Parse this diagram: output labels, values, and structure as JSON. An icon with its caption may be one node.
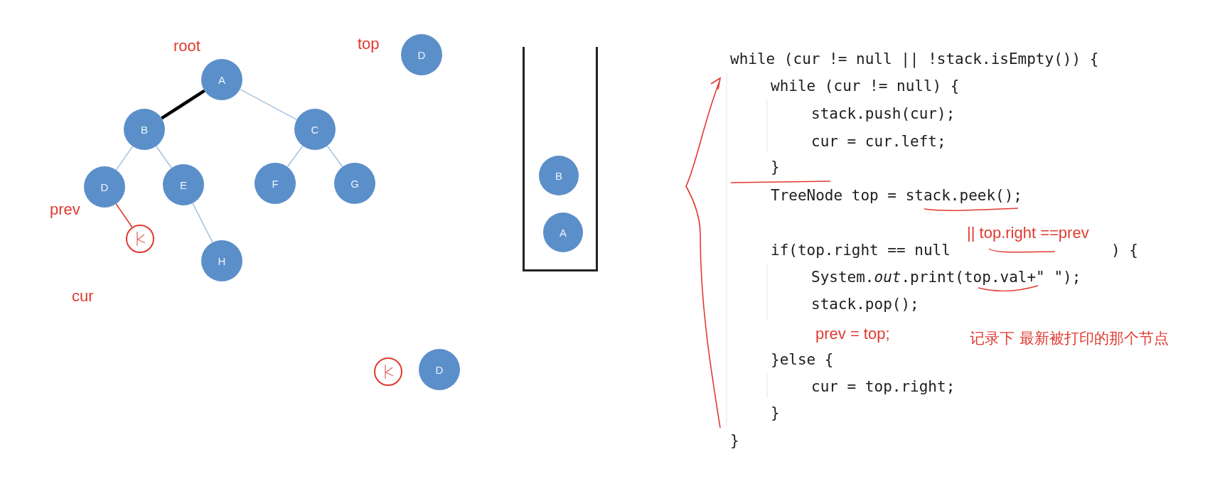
{
  "diagram": {
    "nodes": [
      {
        "text": [
          "A"
        ]
      },
      {
        "text": [
          "B"
        ]
      },
      {
        "text": [
          "C"
        ]
      },
      {
        "text": [
          "D"
        ]
      },
      {
        "text": [
          "E"
        ]
      },
      {
        "text": [
          "F"
        ]
      },
      {
        "text": [
          "G"
        ]
      },
      {
        "text": [
          "H"
        ]
      },
      {
        "text": [],
        "shape": "circle"
      },
      {
        "text": [
          "D"
        ]
      },
      {
        "text": [],
        "shape": "box"
      },
      {
        "text": [
          "B"
        ],
        "in": 10
      },
      {
        "text": [
          "A"
        ],
        "in": 10
      },
      {
        "text": [],
        "shape": "circle"
      },
      {
        "text": [
          "D"
        ]
      }
    ],
    "edges": [
      {
        "from": 0,
        "to": 1,
        "arrow": "none",
        "style": "thick",
        "color": "#000000"
      },
      {
        "from": 0,
        "to": 2,
        "arrow": "none"
      },
      {
        "from": 1,
        "to": 3,
        "arrow": "none"
      },
      {
        "from": 1,
        "to": 4,
        "arrow": "none"
      },
      {
        "from": 2,
        "to": 5,
        "arrow": "none"
      },
      {
        "from": 2,
        "to": 6,
        "arrow": "none"
      },
      {
        "from": 4,
        "to": 7,
        "arrow": "none"
      },
      {
        "from": 3,
        "to": 8,
        "arrow": "none",
        "color": "#e03a30"
      }
    ],
    "labels": [
      "root",
      "top",
      "prev",
      "cur",
      "while (cur != null || !stack.isEmpty()) {",
      "while (cur != null) {",
      "stack.push(cur);",
      "cur = cur.left;",
      "}",
      "TreeNode top = stack.peek();",
      "|| top.right ==prev",
      "if(top.right == null",
      ") {",
      "System.*out*.print(top.val+\" \");",
      "stack.pop();",
      "prev = top;",
      "记录下 最新被打印的那个节点",
      "}else {",
      "cur = top.right;",
      "}",
      "}"
    ]
  }
}
